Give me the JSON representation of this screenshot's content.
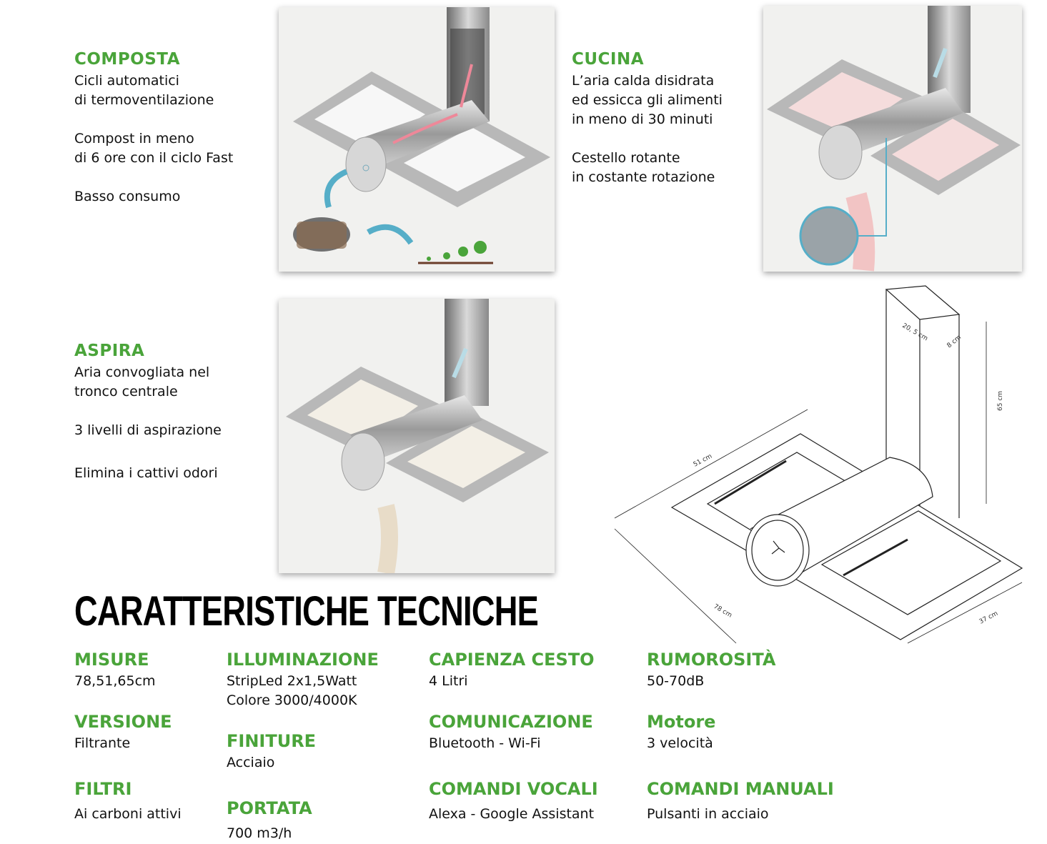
{
  "features": {
    "composta": {
      "title": "COMPOSTA",
      "lines": [
        "Cicli automatici",
        "di termoventilazione",
        "Compost in meno",
        "di 6 ore con il ciclo Fast",
        "Basso consumo"
      ]
    },
    "cucina": {
      "title": "CUCINA",
      "lines": [
        "L’aria calda disidrata",
        "ed essicca gli alimenti",
        "in meno di 30 minuti",
        "Cestello rotante",
        "in costante rotazione"
      ]
    },
    "aspira": {
      "title": "ASPIRA",
      "lines": [
        "Aria convogliata nel",
        "tronco centrale",
        "3 livelli di aspirazione",
        "Elimina i cattivi odori"
      ]
    }
  },
  "diagram": {
    "dims": [
      "20, 5 cm",
      "8 cm",
      "65 cm",
      "51 cm",
      "78 cm",
      "37 cm"
    ]
  },
  "specs": {
    "heading": "CARATTERISTICHE TECNICHE",
    "items": [
      {
        "label": "MISURE",
        "values": [
          "78,51,65cm"
        ]
      },
      {
        "label": "VERSIONE",
        "values": [
          "Filtrante"
        ]
      },
      {
        "label": "FILTRI",
        "values": [
          "Ai carboni attivi"
        ]
      },
      {
        "label": "ILLUMINAZIONE",
        "values": [
          "StripLed 2x1,5Watt",
          "Colore 3000/4000K"
        ]
      },
      {
        "label": "FINITURE",
        "values": [
          "Acciaio"
        ]
      },
      {
        "label": "PORTATA",
        "values": [
          "700 m3/h"
        ]
      },
      {
        "label": "CAPIENZA CESTO",
        "values": [
          "4 Litri"
        ]
      },
      {
        "label": "COMUNICAZIONE",
        "values": [
          "Bluetooth - Wi-Fi"
        ]
      },
      {
        "label": "COMANDI VOCALI",
        "values": [
          "Alexa - Google Assistant"
        ]
      },
      {
        "label": "RUMOROSITÀ",
        "values": [
          "50-70dB"
        ]
      },
      {
        "label": "Motore",
        "values": [
          "3 velocità"
        ]
      },
      {
        "label": "COMANDI MANUALI",
        "values": [
          "Pulsanti in acciaio"
        ]
      }
    ]
  },
  "colors": {
    "accent": "#4aa43a",
    "text": "#111111",
    "card_bg": "#f1f1ef"
  }
}
